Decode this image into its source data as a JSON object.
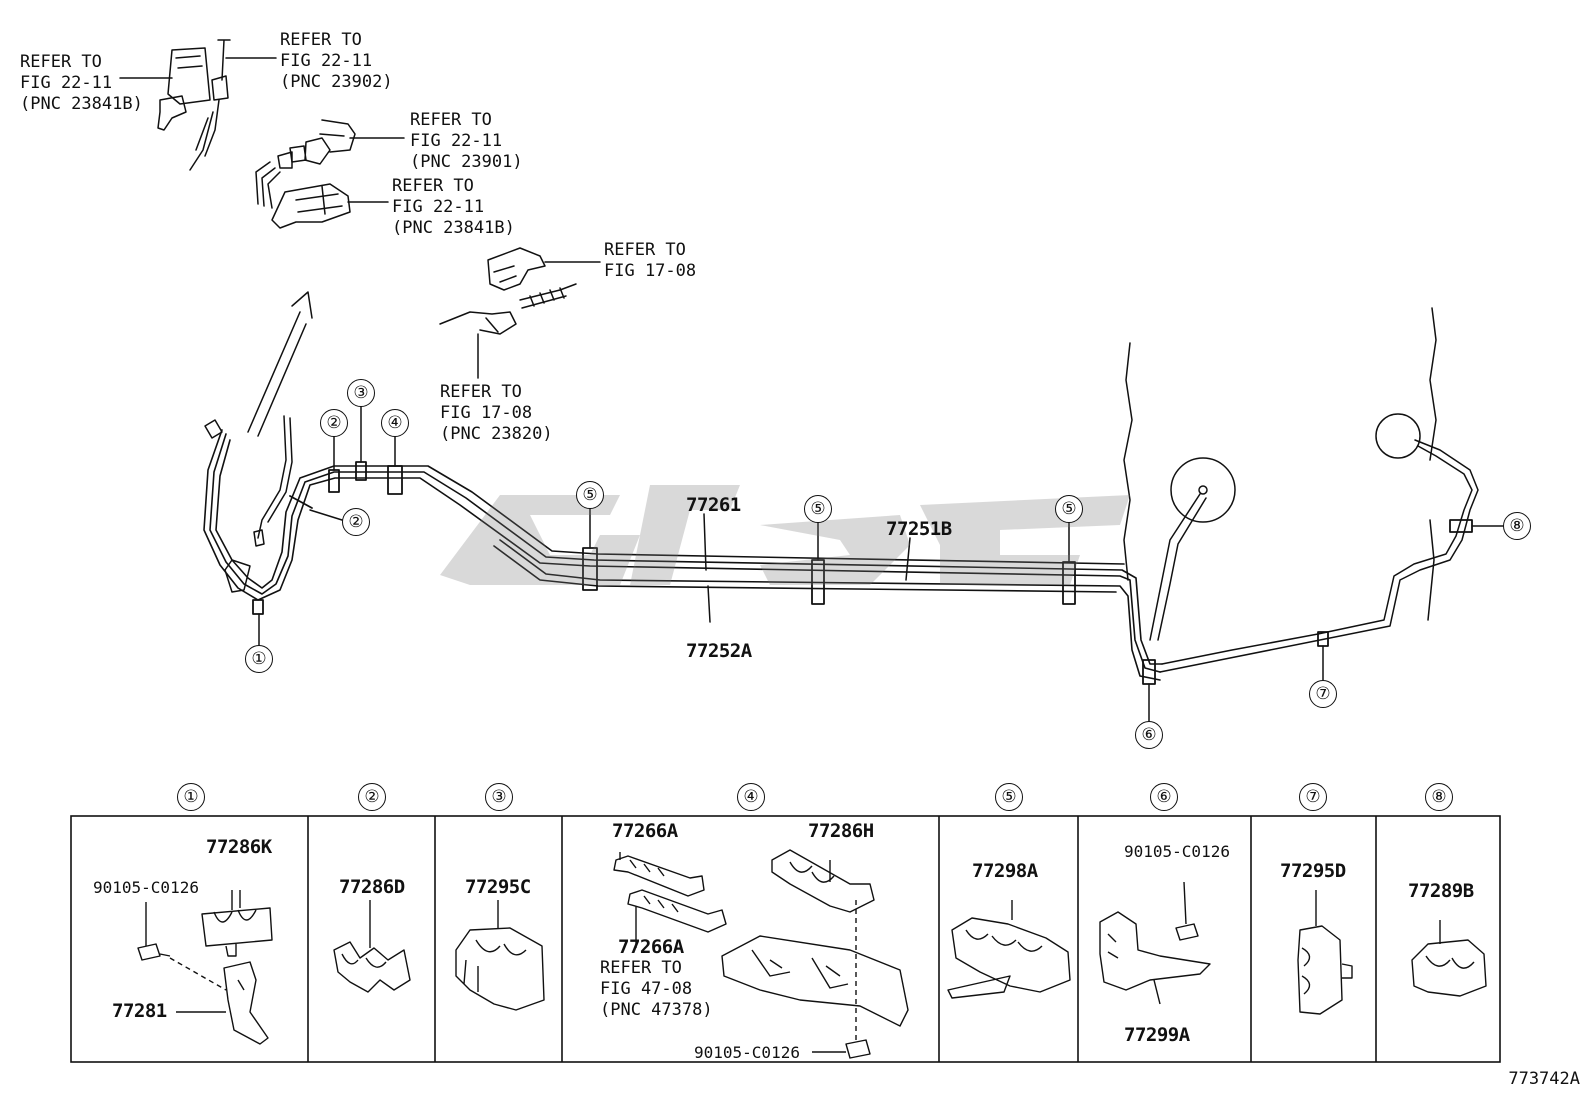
{
  "refer_notes": {
    "n1": "REFER TO\nFIG 22-11\n(PNC 23841B)",
    "n2": "REFER TO\nFIG 22-11\n(PNC 23902)",
    "n3": "REFER TO\nFIG 22-11\n(PNC 23901)",
    "n4": "REFER TO\nFIG 22-11\n(PNC 23841B)",
    "n5": "REFER TO\nFIG 17-08",
    "n6": "REFER TO\nFIG 17-08\n(PNC 23820)",
    "n7": "REFER TO\nFIG 47-08\n(PNC 47378)"
  },
  "main_parts": {
    "tube_a": "77261",
    "tube_b": "77251B",
    "tube_c": "77252A"
  },
  "callouts": [
    "①",
    "②",
    "②",
    "③",
    "④",
    "⑤",
    "⑤",
    "⑤",
    "⑥",
    "⑦",
    "⑧"
  ],
  "legend": {
    "headers": [
      "①",
      "②",
      "③",
      "④",
      "⑤",
      "⑥",
      "⑦",
      "⑧"
    ],
    "cell1": {
      "p1": "77286K",
      "p2": "90105-C0126",
      "p3": "77281"
    },
    "cell2": {
      "p1": "77286D"
    },
    "cell3": {
      "p1": "77295C"
    },
    "cell4": {
      "p1": "77266A",
      "p2": "77286H",
      "p3": "77266A",
      "p4": "90105-C0126"
    },
    "cell5": {
      "p1": "77298A"
    },
    "cell6": {
      "p1": "90105-C0126",
      "p2": "77299A"
    },
    "cell7": {
      "p1": "77295D"
    },
    "cell8": {
      "p1": "77289B"
    }
  },
  "figure_number": "773742A",
  "colors": {
    "line": "#111111",
    "watermark": "#7a7a7a"
  }
}
